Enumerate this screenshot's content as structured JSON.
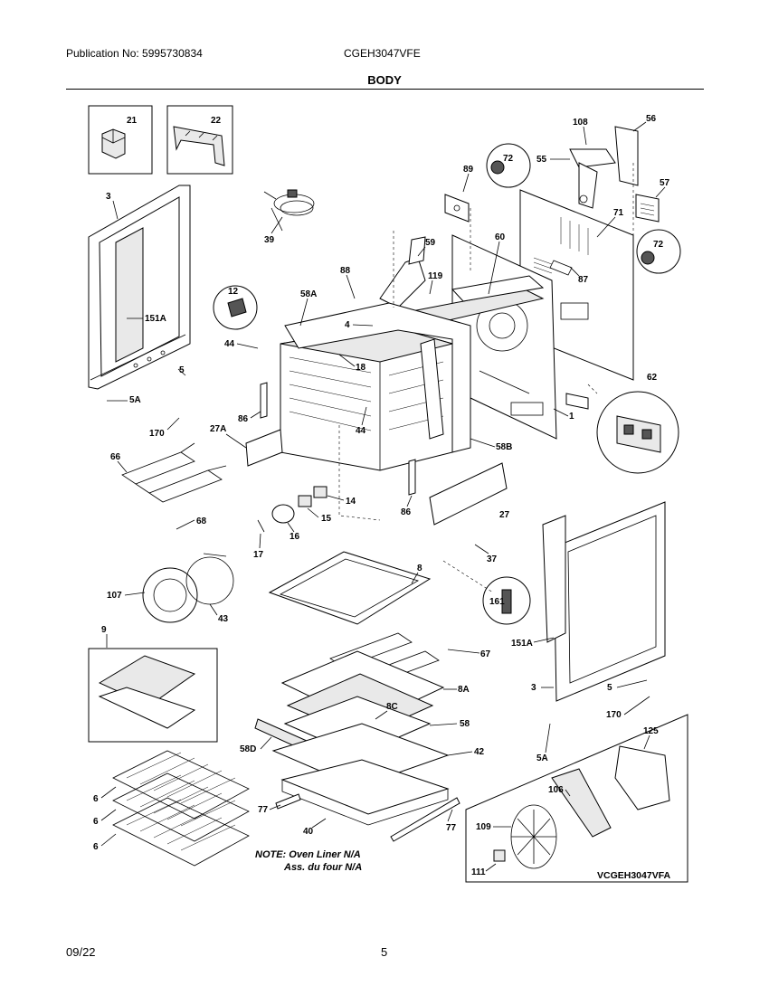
{
  "header": {
    "publication": "Publication No: 5995730834",
    "model": "CGEH3047VFE",
    "section_title": "BODY"
  },
  "footer": {
    "date": "09/22",
    "page": "5"
  },
  "diagram": {
    "callouts": [
      "21",
      "22",
      "3",
      "39",
      "108",
      "56",
      "55",
      "72",
      "89",
      "57",
      "71",
      "72",
      "59",
      "60",
      "88",
      "119",
      "87",
      "12",
      "58A",
      "4",
      "151A",
      "44",
      "18",
      "5",
      "5A",
      "44",
      "86",
      "62",
      "1",
      "170",
      "27A",
      "58B",
      "66",
      "14",
      "15",
      "86",
      "27",
      "68",
      "17",
      "16",
      "37",
      "8",
      "107",
      "161",
      "43",
      "151A",
      "67",
      "9",
      "8A",
      "3",
      "5",
      "8C",
      "170",
      "58",
      "58D",
      "42",
      "125",
      "5A",
      "106",
      "6",
      "77",
      "6",
      "40",
      "77",
      "109",
      "6",
      "111"
    ],
    "note_line1": "NOTE: Oven Liner N/A",
    "note_line2": "Ass. du four N/A",
    "drawing_code": "VCGEH3047VFA"
  }
}
